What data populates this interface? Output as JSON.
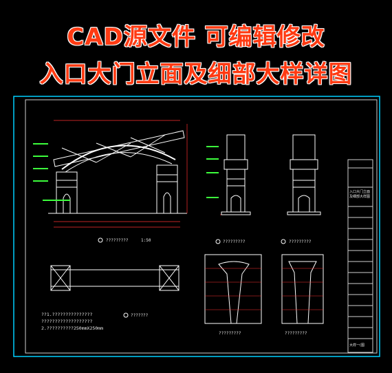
{
  "header": {
    "title_line1": "CAD源文件  可编辑修改",
    "title_line2": "入口大门立面及细部大样详图"
  },
  "drawing": {
    "notes": [
      "??1.???????????????",
      "???????????????????",
      "2.??????????250mmX250mm"
    ],
    "title_block": {
      "project_name": "入口大门立面及细部大样图",
      "sheet_label": "大样一(图"
    }
  },
  "colors": {
    "border": "#00d0ff",
    "lines": "#ffffff",
    "annotation": "#3cff3c",
    "dimension": "#ff3030",
    "accent": "#ff3a12"
  }
}
